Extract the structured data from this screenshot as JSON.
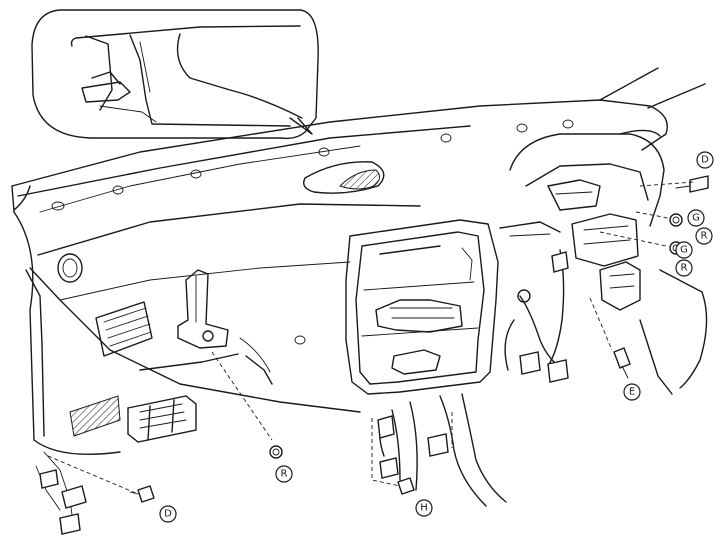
{
  "diagram": {
    "callouts": [
      {
        "id": "callout-d-right-top",
        "letter": "D"
      },
      {
        "id": "callout-g-right",
        "letter": "G"
      },
      {
        "id": "callout-r-right-1",
        "letter": "R"
      },
      {
        "id": "callout-g-right-2",
        "letter": "G"
      },
      {
        "id": "callout-r-right-2",
        "letter": "R"
      },
      {
        "id": "callout-e-right",
        "letter": "E"
      },
      {
        "id": "callout-r-center",
        "letter": "R"
      },
      {
        "id": "callout-d-bottom",
        "letter": "D"
      },
      {
        "id": "callout-h-bottom",
        "letter": "H"
      }
    ]
  }
}
